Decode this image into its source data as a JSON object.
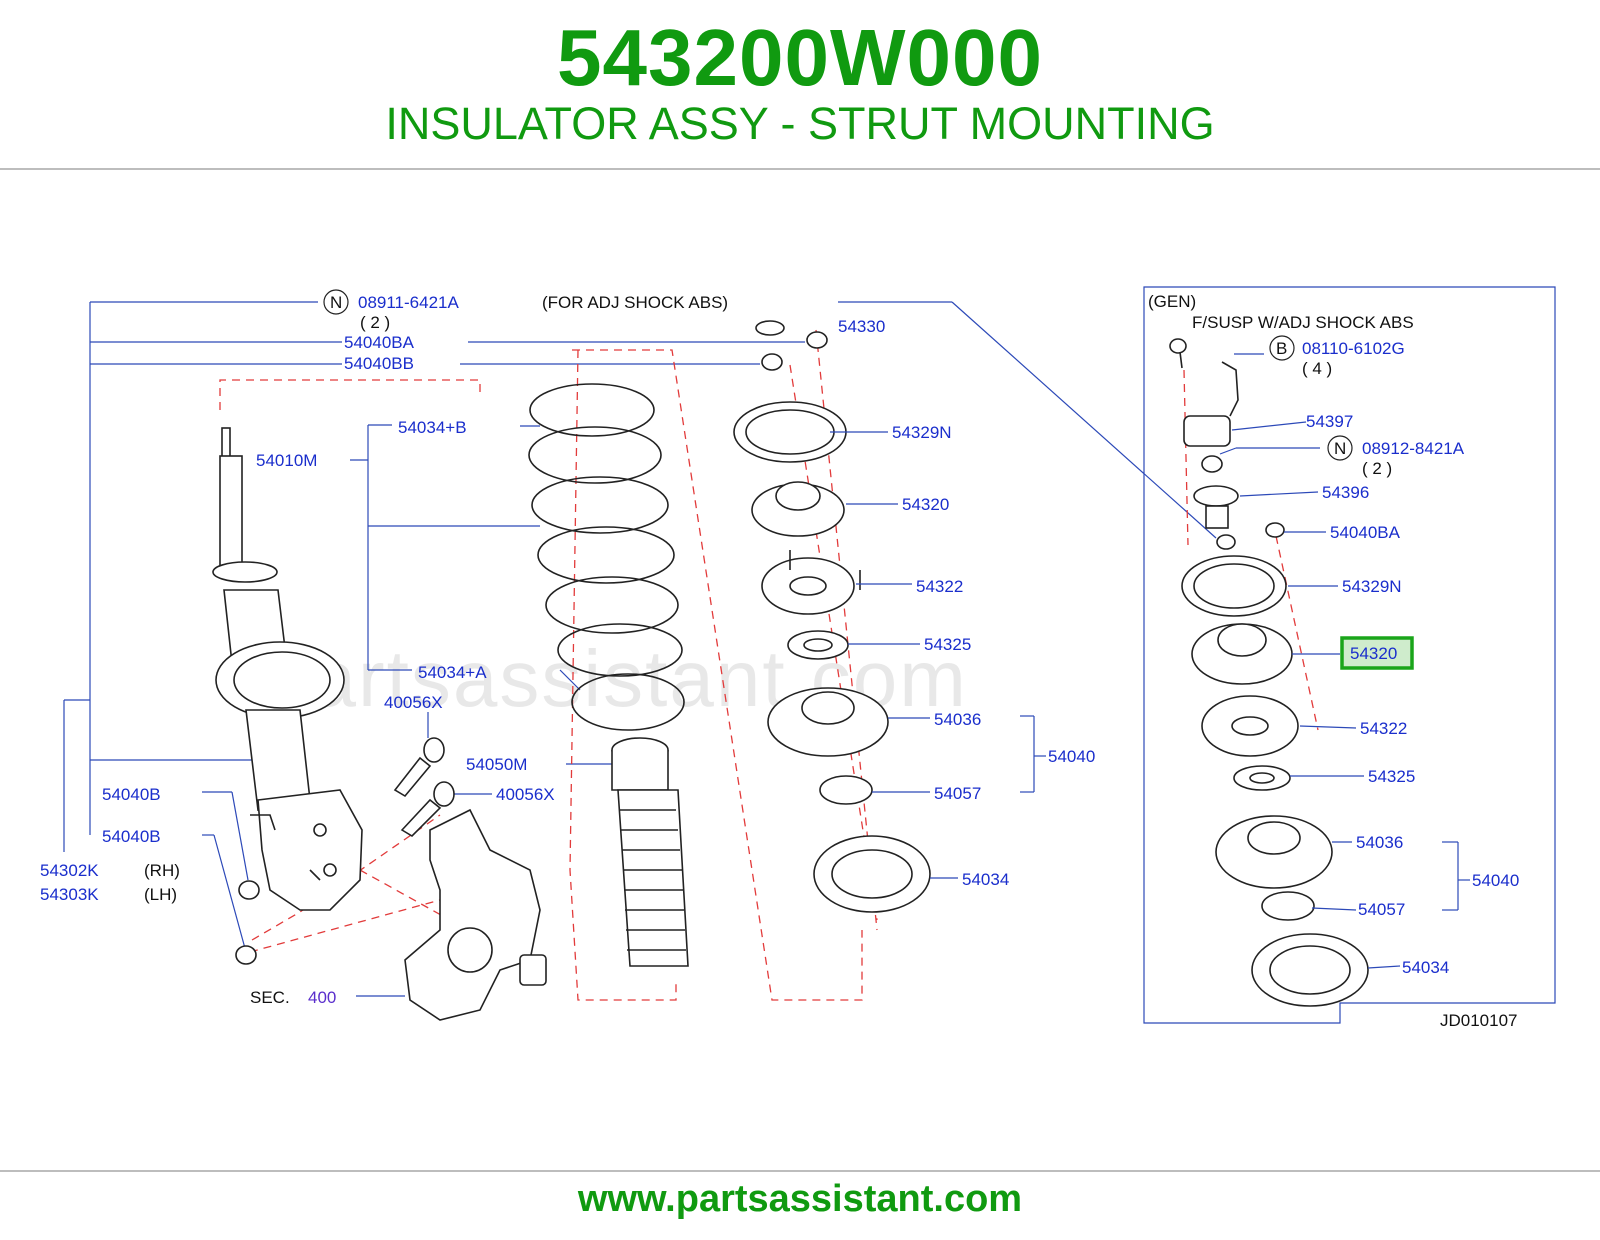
{
  "header": {
    "part_number": "543200W000",
    "part_name": "INSULATOR ASSY - STRUT MOUNTING"
  },
  "footer": {
    "url": "www.partsassistant.com"
  },
  "diagram": {
    "watermark": "partsassistant.com",
    "drawing_code": "JD010107",
    "highlight_color": "#1aa51a",
    "note_left": "(FOR  ADJ  SHOCK  ABS)",
    "note_right_1": "(GEN)",
    "note_right_2": "F/SUSP  W/ADJ  SHOCK  ABS",
    "left_labels": {
      "n_marker": "N",
      "n_part": "08911-6421A",
      "n_qty": "( 2 )",
      "l_54040BA": "54040BA",
      "l_54040BB": "54040BB",
      "l_54034B": "54034+B",
      "l_54010M": "54010M",
      "l_54034A": "54034+A",
      "l_40056X_1": "40056X",
      "l_54050M": "54050M",
      "l_40056X_2": "40056X",
      "l_54040B_1": "54040B",
      "l_54040B_2": "54040B",
      "l_54302K": "54302K",
      "rh": "(RH)",
      "l_54303K": "54303K",
      "lh": "(LH)",
      "sec": "SEC.",
      "sec_num": "400"
    },
    "middle_labels": {
      "l_54330": "54330",
      "l_54329N": "54329N",
      "l_54320": "54320",
      "l_54322": "54322",
      "l_54325": "54325",
      "l_54036": "54036",
      "l_54040": "54040",
      "l_54057": "54057",
      "l_54034": "54034"
    },
    "right_labels": {
      "b_marker": "B",
      "b_part": "08110-6102G",
      "b_qty": "( 4 )",
      "l_54397": "54397",
      "n_marker": "N",
      "n_part": "08912-8421A",
      "n_qty": "( 2 )",
      "l_54396": "54396",
      "l_54040BA": "54040BA",
      "l_54329N": "54329N",
      "l_54320": "54320",
      "l_54322": "54322",
      "l_54325": "54325",
      "l_54036": "54036",
      "l_54040": "54040",
      "l_54057": "54057",
      "l_54034": "54034"
    }
  }
}
